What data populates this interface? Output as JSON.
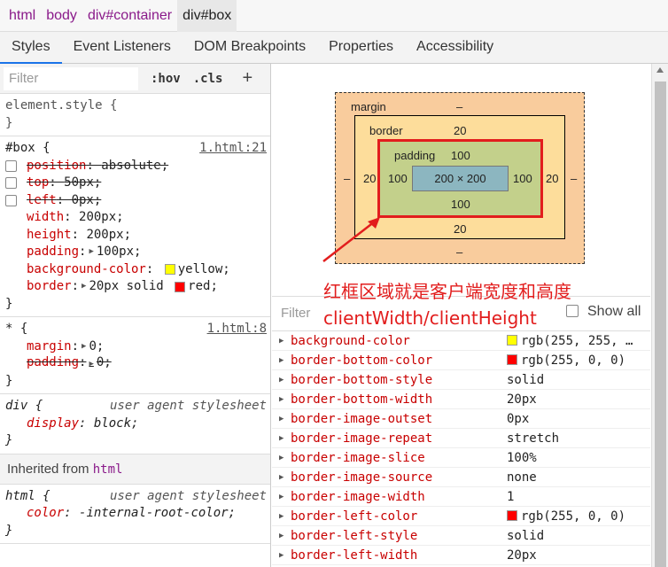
{
  "breadcrumb": [
    "html",
    "body",
    "div#container",
    "div#box"
  ],
  "tabs": [
    "Styles",
    "Event Listeners",
    "DOM Breakpoints",
    "Properties",
    "Accessibility"
  ],
  "styles_toolbar": {
    "filter_placeholder": "Filter",
    "hov": ":hov",
    "cls": ".cls",
    "add": "+"
  },
  "rules": {
    "element_style": {
      "selector": "element.style {",
      "close": "}"
    },
    "box": {
      "selector": "#box {",
      "source": "1.html:21",
      "position": {
        "name": "position",
        "value": "absolute;"
      },
      "top": {
        "name": "top",
        "value": "50px;"
      },
      "left": {
        "name": "left",
        "value": "0px;"
      },
      "width": {
        "name": "width",
        "value": "200px;"
      },
      "height": {
        "name": "height",
        "value": "200px;"
      },
      "padding": {
        "name": "padding",
        "value": "100px;"
      },
      "background": {
        "name": "background-color",
        "value": "yellow;",
        "color": "#ffff00"
      },
      "border": {
        "name": "border",
        "value": "20px solid",
        "value2": "red;",
        "color": "#ff0000"
      },
      "close": "}"
    },
    "star": {
      "selector": "* {",
      "source": "1.html:8",
      "margin": {
        "name": "margin",
        "value": "0;"
      },
      "padding": {
        "name": "padding",
        "value": "0;"
      },
      "close": "}"
    },
    "div": {
      "selector": "div {",
      "source": "user agent stylesheet",
      "display": {
        "name": "display",
        "value": "block;"
      },
      "close": "}"
    },
    "inherited": {
      "label": "Inherited from",
      "element": "html"
    },
    "html": {
      "selector": "html {",
      "source": "user agent stylesheet",
      "color": {
        "name": "color",
        "value": "-internal-root-color;"
      },
      "close": "}"
    }
  },
  "box_model": {
    "margin_label": "margin",
    "margin_top": "–",
    "margin_bottom": "–",
    "margin_left": "–",
    "margin_right": "–",
    "border_label": "border",
    "border_top": "20",
    "border_bottom": "20",
    "border_left": "20",
    "border_right": "20",
    "padding_label": "padding",
    "padding_top": "100",
    "padding_bottom": "100",
    "padding_left": "100",
    "padding_right": "100",
    "content": "200 × 200",
    "colors": {
      "margin": "#f9cc9d",
      "border": "#fddd9b",
      "padding": "#c3d08b",
      "content": "#8cb6c0",
      "annotation": "#e21d1d"
    }
  },
  "annotation": {
    "line1": "红框区域就是客户端宽度和高度",
    "line2": "clientWidth/clientHeight"
  },
  "computed_toolbar": {
    "filter_placeholder": "Filter",
    "show_all": "Show all"
  },
  "computed": [
    {
      "name": "background-color",
      "value": "rgb(255, 255, …",
      "swatch": "#ffff00"
    },
    {
      "name": "border-bottom-color",
      "value": "rgb(255, 0, 0)",
      "swatch": "#ff0000"
    },
    {
      "name": "border-bottom-style",
      "value": "solid"
    },
    {
      "name": "border-bottom-width",
      "value": "20px"
    },
    {
      "name": "border-image-outset",
      "value": "0px"
    },
    {
      "name": "border-image-repeat",
      "value": "stretch"
    },
    {
      "name": "border-image-slice",
      "value": "100%"
    },
    {
      "name": "border-image-source",
      "value": "none"
    },
    {
      "name": "border-image-width",
      "value": "1"
    },
    {
      "name": "border-left-color",
      "value": "rgb(255, 0, 0)",
      "swatch": "#ff0000"
    },
    {
      "name": "border-left-style",
      "value": "solid"
    },
    {
      "name": "border-left-width",
      "value": "20px"
    }
  ]
}
